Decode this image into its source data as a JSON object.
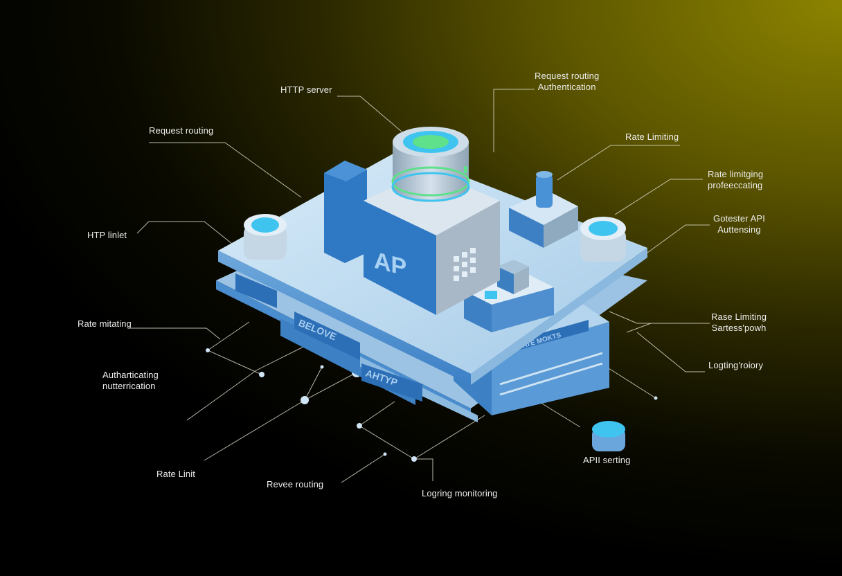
{
  "labels": {
    "http_server": "HTTP server",
    "request_routing_auth": [
      "Request routing",
      "Authentication"
    ],
    "request_routing_left": "Request routing",
    "rate_limiting_top": "Rate Limiting",
    "rate_limitging": [
      "Rate limitging",
      "profeeccating"
    ],
    "htp_linlet": "HTP linlet",
    "gotester_api": [
      "Gotester API",
      "Auttensing"
    ],
    "rate_mitating": "Rate mitating",
    "rase_limiting": [
      "Rase Limiting",
      "Sartess'powh"
    ],
    "logting_roiory": "Logting'roiory",
    "autharticating": [
      "Autharticating",
      "nutterrication"
    ],
    "api_serting": "APII serting",
    "rate_linit": "Rate Linit",
    "revee_routing": "Revee routing",
    "logring_monitoring": "Logring monitoring"
  },
  "illustration": {
    "cube_text": "AP",
    "panel_left_text": "BELOVE",
    "panel_front_text": "AHTYP",
    "panel_right_text": "REGEVATE MOKTS"
  },
  "colors": {
    "platform_light": "#b9d9f0",
    "platform_blue": "#2f78c4",
    "accent_cyan": "#3fc4f0",
    "accent_green": "#5fe08a",
    "label_text": "#ececec"
  }
}
